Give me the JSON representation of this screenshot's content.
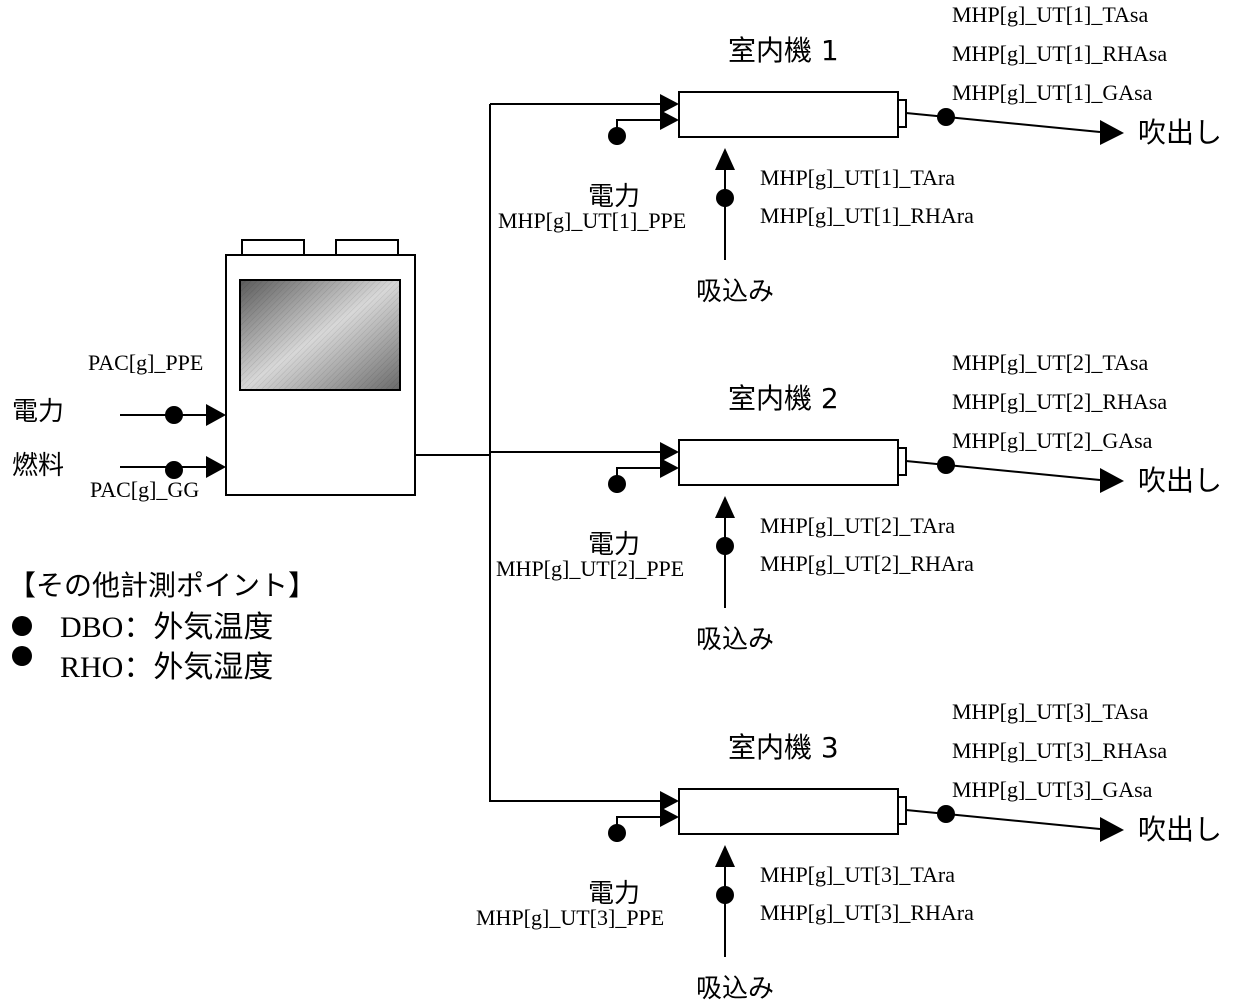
{
  "outdoor_unit": {
    "power_label": "電力",
    "fuel_label": "燃料",
    "power_point": "PAC[g]_PPE",
    "fuel_point": "PAC[g]_GG"
  },
  "legend": {
    "title": "【その他計測ポイント】",
    "items": [
      "DBO：外気温度",
      "RHO：外気湿度"
    ]
  },
  "indoor_units": [
    {
      "name": "室内機 1",
      "supply_points": [
        "MHP[g]_UT[1]_TAsa",
        "MHP[g]_UT[1]_RHAsa",
        "MHP[g]_UT[1]_GAsa"
      ],
      "return_points": [
        "MHP[g]_UT[1]_TAra",
        "MHP[g]_UT[1]_RHAra"
      ],
      "power_point": "MHP[g]_UT[1]_PPE",
      "power_label": "電力",
      "intake_label": "吸込み",
      "outlet_label": "吹出し"
    },
    {
      "name": "室内機 2",
      "supply_points": [
        "MHP[g]_UT[2]_TAsa",
        "MHP[g]_UT[2]_RHAsa",
        "MHP[g]_UT[2]_GAsa"
      ],
      "return_points": [
        "MHP[g]_UT[2]_TAra",
        "MHP[g]_UT[2]_RHAra"
      ],
      "power_point": "MHP[g]_UT[2]_PPE",
      "power_label": "電力",
      "intake_label": "吸込み",
      "outlet_label": "吹出し"
    },
    {
      "name": "室内機 3",
      "supply_points": [
        "MHP[g]_UT[3]_TAsa",
        "MHP[g]_UT[3]_RHAsa",
        "MHP[g]_UT[3]_GAsa"
      ],
      "return_points": [
        "MHP[g]_UT[3]_TAra",
        "MHP[g]_UT[3]_RHAra"
      ],
      "power_point": "MHP[g]_UT[3]_PPE",
      "power_label": "電力",
      "intake_label": "吸込み",
      "outlet_label": "吹出し"
    }
  ]
}
